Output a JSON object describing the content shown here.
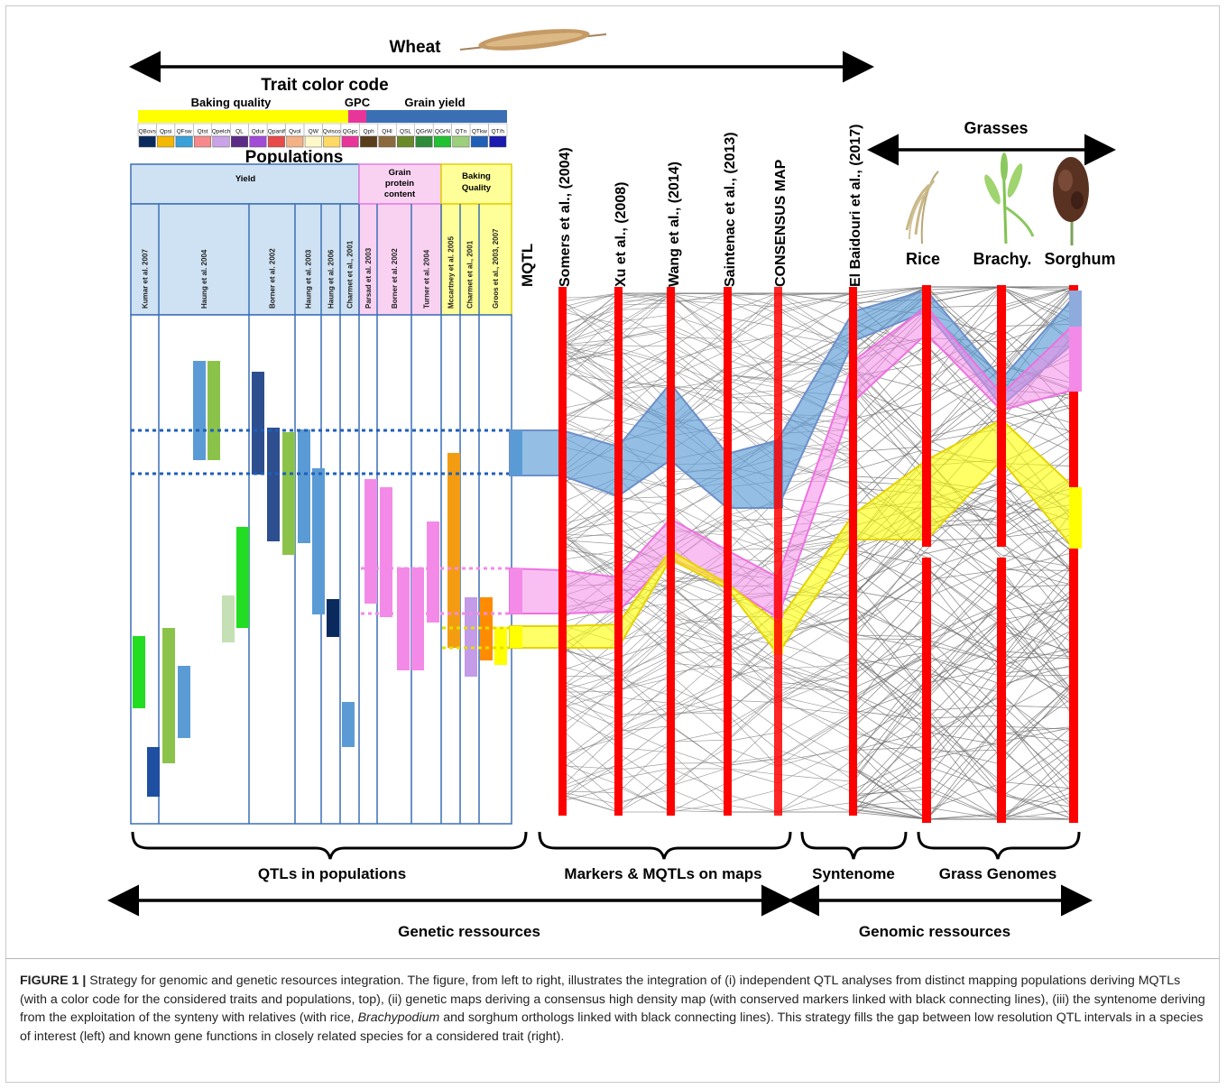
{
  "top": {
    "wheat_label": "Wheat",
    "trait_color_code_title": "Trait color code",
    "grasses_label": "Grasses"
  },
  "trait_groups": [
    {
      "label": "Baking quality",
      "color": "#ffff00"
    },
    {
      "label": "GPC",
      "color": "#e8359a"
    },
    {
      "label": "Grain yield",
      "color": "#3b6fb5"
    }
  ],
  "trait_codes": [
    {
      "code": "QBovs",
      "color": "#0a2a5e"
    },
    {
      "code": "Qpsi",
      "color": "#f5b800"
    },
    {
      "code": "QFsw",
      "color": "#3aa0d8"
    },
    {
      "code": "Qtst",
      "color": "#f7898a"
    },
    {
      "code": "Qpelch",
      "color": "#c9a2e8"
    },
    {
      "code": "QL",
      "color": "#5b2a86"
    },
    {
      "code": "Qdur",
      "color": "#a24bd6"
    },
    {
      "code": "Qpanif",
      "color": "#e84a4a"
    },
    {
      "code": "Qvol",
      "color": "#f4b183"
    },
    {
      "code": "QW",
      "color": "#fff8c8"
    },
    {
      "code": "Qvisco",
      "color": "#ffd966"
    },
    {
      "code": "QGpc",
      "color": "#e8359a"
    },
    {
      "code": "Qph",
      "color": "#5a3d1a"
    },
    {
      "code": "QHI",
      "color": "#8b6b3d"
    },
    {
      "code": "QSL",
      "color": "#6a8a2a"
    },
    {
      "code": "QGrW",
      "color": "#2e8b3a"
    },
    {
      "code": "QGrN",
      "color": "#22c232"
    },
    {
      "code": "QTn",
      "color": "#9dcf7b"
    },
    {
      "code": "QTkw",
      "color": "#1f5fb8"
    },
    {
      "code": "QT/h",
      "color": "#1a1ab0"
    }
  ],
  "populations": {
    "title": "Populations",
    "groups": [
      {
        "label": "Yield",
        "color": "#cfe2f3",
        "border": "#3b6fb5"
      },
      {
        "label": "Grain protein content",
        "color": "#f9d2f2",
        "border": "#e67ee0"
      },
      {
        "label": "Baking Quality",
        "color": "#ffff99",
        "border": "#e0d000"
      }
    ],
    "columns": [
      "Kumar et al. 2007",
      "Haung et al. 2004",
      "Borner et al. 2002",
      "Haung et al. 2003",
      "Haung et al. 2006",
      "Charmet et al., 2001",
      "Parsad et al. 2003",
      "Borner et al. 2002",
      "Turner et al. 2004",
      "Mccartney et al. 2005",
      "Charmet et al., 2001",
      "Groos et al., 2003, 2007"
    ]
  },
  "maps": {
    "mqtl_label": "MQTL",
    "map_labels": [
      "Somers et al., (2004)",
      "Xu et al., (2008)",
      "Wang et al., (2014)",
      "Saintenac et al., (2013)",
      "CONSENSUS MAP",
      "El Baidouri et al., (2017)"
    ]
  },
  "grasses": {
    "species": [
      "Rice",
      "Brachy.",
      "Sorghum"
    ]
  },
  "brackets": {
    "qtls_in_populations": "QTLs in populations",
    "markers_mqtls": "Markers & MQTLs on maps",
    "syntenome": "Syntenome",
    "grass_genomes": "Grass Genomes"
  },
  "resources": {
    "genetic": "Genetic ressources",
    "genomic": "Genomic ressources"
  },
  "caption": {
    "label": "FIGURE 1 |",
    "part1": " Strategy for genomic and genetic resources integration. The figure, from left to right, illustrates the integration of (i) independent QTL analyses from distinct mapping populations deriving MQTLs (with a color code for the considered traits and populations, top), (ii) genetic maps deriving a consensus high density map (with conserved markers linked with black connecting lines), (iii) the syntenome deriving from the exploitation of the synteny with relatives (with rice, ",
    "italic": "Brachypodium",
    "part2": " and sorghum orthologs linked with black connecting lines). This strategy fills the gap between low resolution QTL intervals in a species of interest (left) and known gene functions in closely related species for a considered trait (right)."
  }
}
